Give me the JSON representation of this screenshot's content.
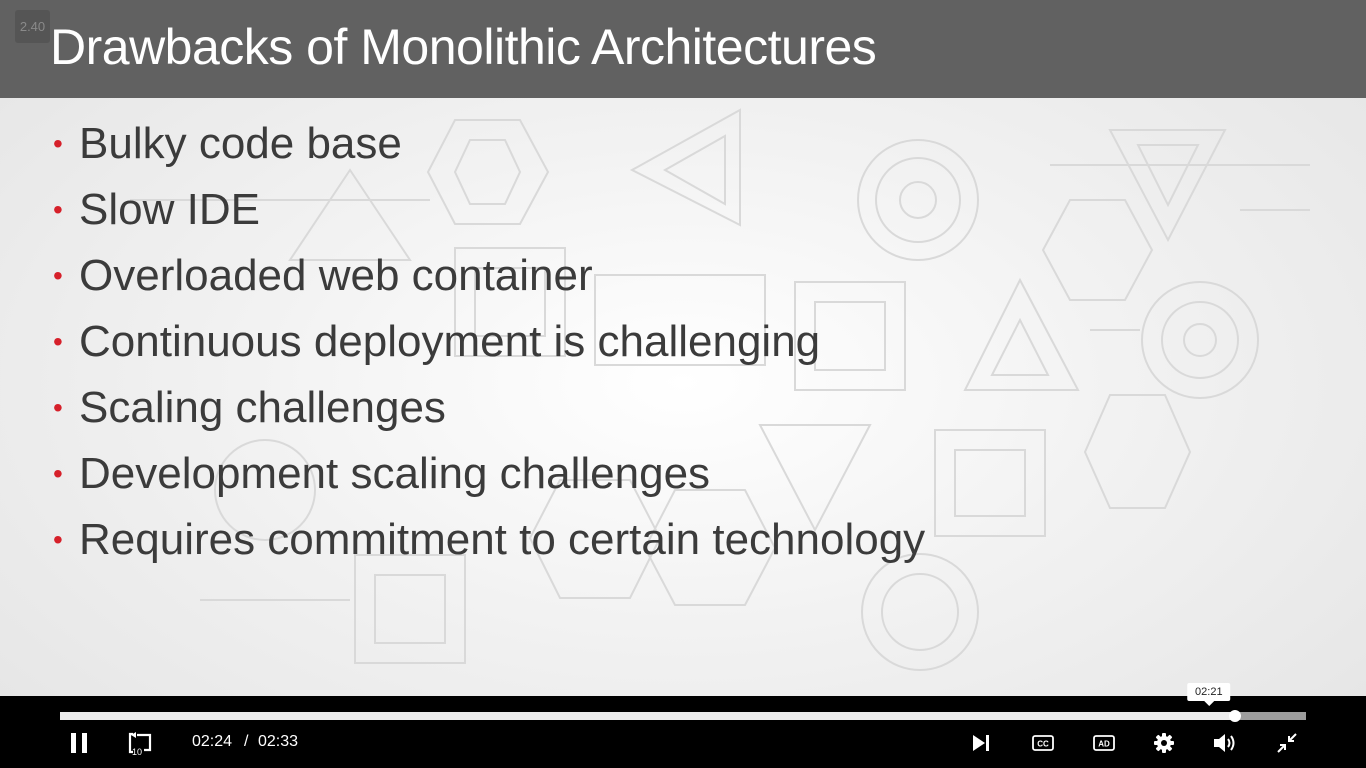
{
  "slide": {
    "title": "Drawbacks of Monolithic Architectures",
    "speed_badge": "2.40",
    "bullets": [
      "Bulky code base",
      "Slow IDE",
      "Overloaded web container",
      "Continuous deployment is challenging",
      "Scaling challenges",
      "Development scaling challenges",
      "Requires commitment to certain technology"
    ],
    "colors": {
      "header": "#616161",
      "bullet_dot": "#d6202a",
      "text": "#3b3b3b"
    }
  },
  "player": {
    "current_time": "02:24",
    "separator": "/",
    "duration": "02:33",
    "hover_time": "02:21",
    "progress_fraction": 0.943,
    "hover_fraction": 0.922,
    "skip_back_seconds": "10",
    "cc_label": "CC",
    "ad_label": "AD",
    "icons": [
      "pause-icon",
      "replay-10-icon",
      "next-icon",
      "closed-captions-icon",
      "audio-description-icon",
      "settings-gear-icon",
      "volume-icon",
      "exit-fullscreen-icon"
    ]
  }
}
